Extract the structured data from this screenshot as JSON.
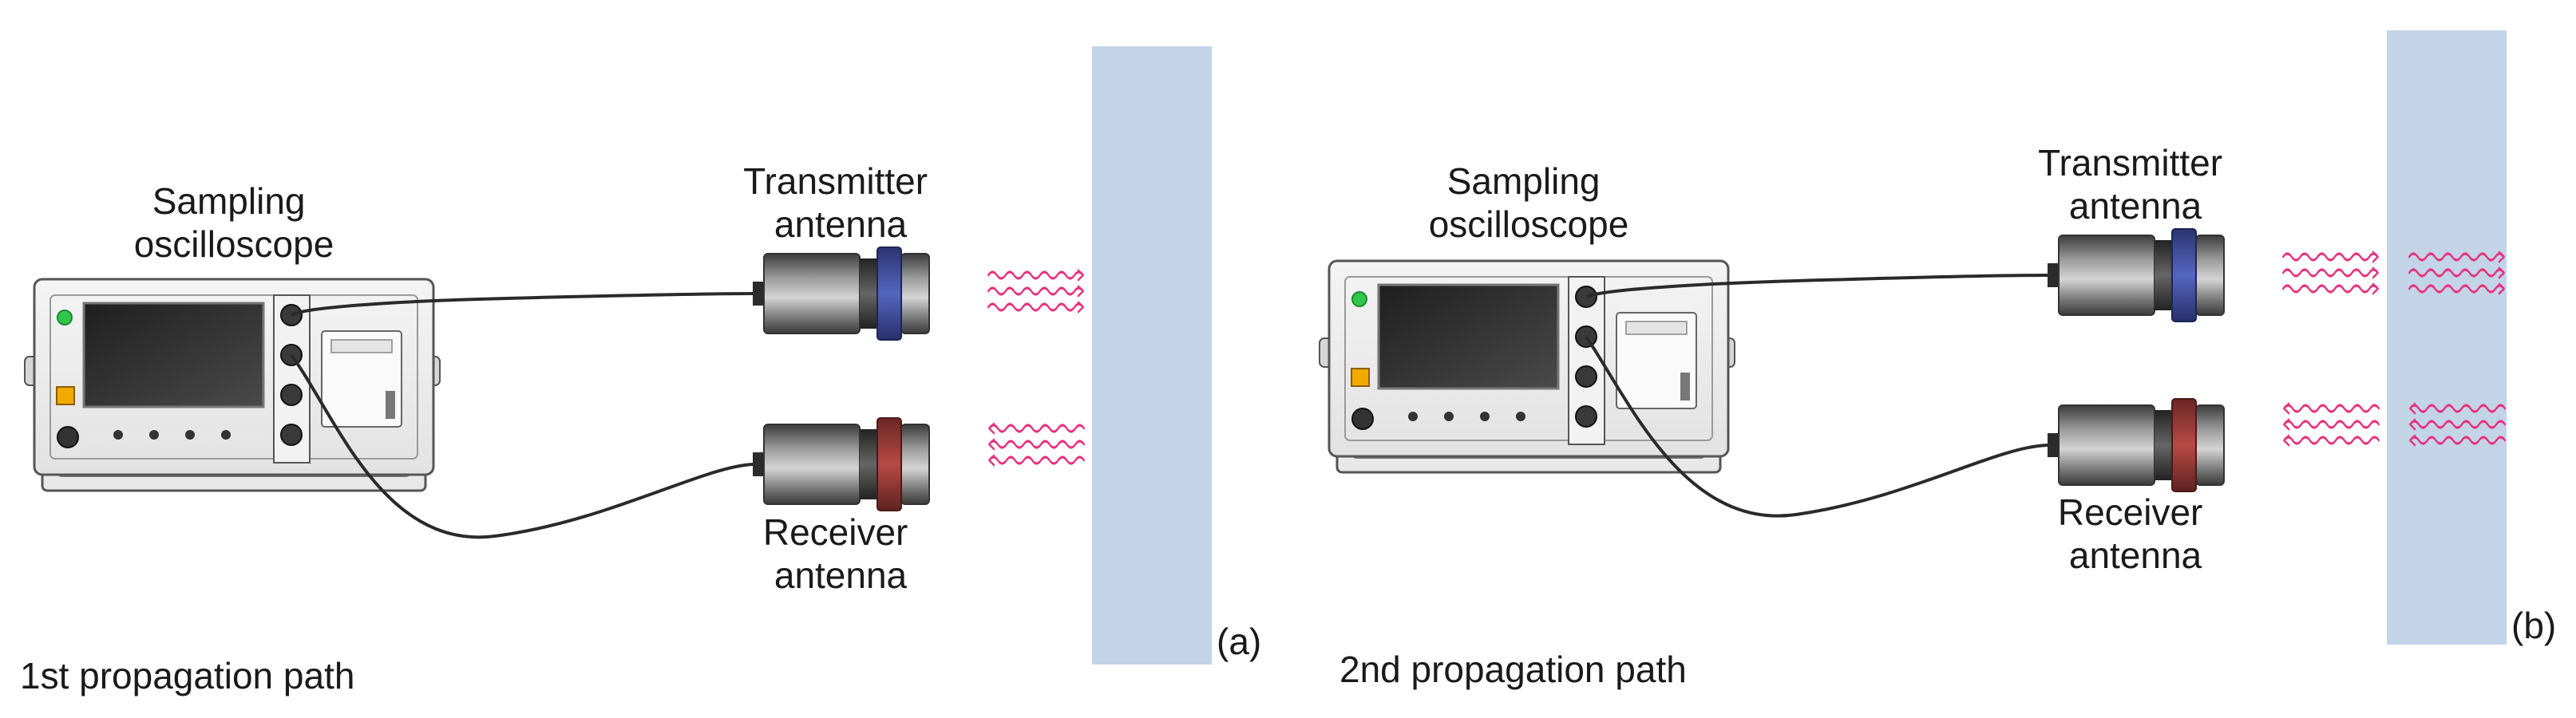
{
  "panels": [
    {
      "instrument_label_line1": "Sampling",
      "instrument_label_line2": "oscilloscope",
      "transmitter_label_line1": "Transmitter",
      "transmitter_label_line2": "antenna",
      "receiver_label_line1": "Receiver",
      "receiver_label_line2": "antenna",
      "panel_tag": "(a)",
      "caption": "1st propagation path"
    },
    {
      "instrument_label_line1": "Sampling",
      "instrument_label_line2": "oscilloscope",
      "transmitter_label_line1": "Transmitter",
      "transmitter_label_line2": "antenna",
      "receiver_label_line1": "Receiver",
      "receiver_label_line2": "antenna",
      "panel_tag": "(b)",
      "caption": "2nd propagation path"
    }
  ],
  "colors": {
    "wall": "#c3d3e8",
    "wave": "#e8307c",
    "transmitter_ring": "#3d4fa3",
    "receiver_ring": "#9a3a38",
    "screen": "#2a2a2a",
    "power_led": "#2fc84a",
    "indicator": "#f2a900"
  }
}
